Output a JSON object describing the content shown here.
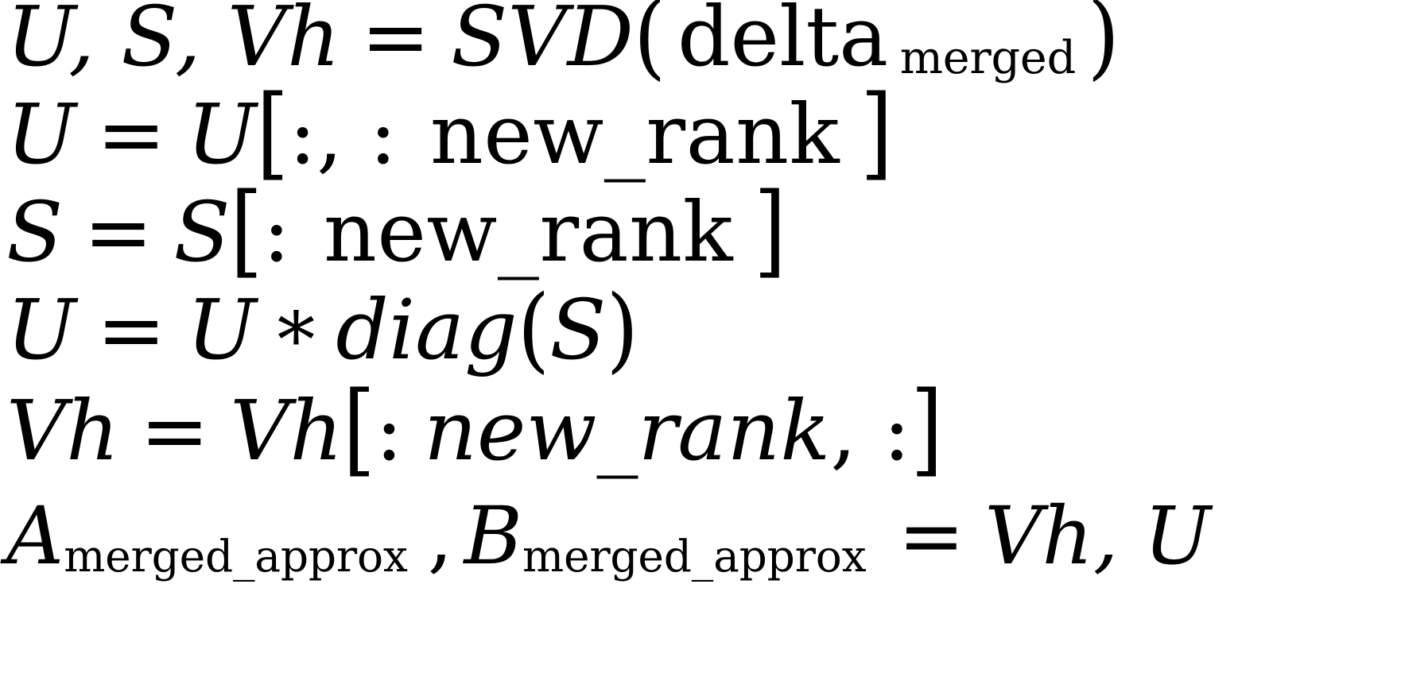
{
  "document": {
    "type": "math-equation-block",
    "background_color": "#ffffff",
    "text_color": "#000000",
    "line_count": 6
  },
  "equations": [
    {
      "id": "line-1",
      "latex": "U, S, Vh = SVD(\\ \\mathrm{delta}_{\\mathrm{merged}}\\ )",
      "plain": "U, S, Vh = SVD( delta_merged )",
      "tokens": {
        "lhs": "U, S, Vh",
        "equals": "=",
        "function": "SVD",
        "open_paren": "(",
        "argument_base": "delta",
        "argument_subscript": "merged",
        "close_paren": ")"
      }
    },
    {
      "id": "line-2",
      "latex": "U = U[:,:\\ \\texttt{new\\_rank}\\ ]",
      "plain": "U = U[:, : new_rank ]",
      "tokens": {
        "lhs": "U",
        "equals": "=",
        "rhs_base": "U",
        "open_bracket": "[",
        "index": ":, :",
        "index_name": "new_rank",
        "close_bracket": "]"
      }
    },
    {
      "id": "line-3",
      "latex": "S = S[:\\ \\texttt{new\\_rank}\\ ]",
      "plain": "S = S[: new_rank ]",
      "tokens": {
        "lhs": "S",
        "equals": "=",
        "rhs_base": "S",
        "open_bracket": "[",
        "index": ":",
        "index_name": "new_rank",
        "close_bracket": "]"
      }
    },
    {
      "id": "line-4",
      "latex": "U = U * diag(S)",
      "plain": "U = U * diag(S)",
      "tokens": {
        "lhs": "U",
        "equals": "=",
        "rhs_base": "U",
        "operator": "*",
        "function": "diag",
        "open_paren": "(",
        "argument": "S",
        "close_paren": ")"
      }
    },
    {
      "id": "line-5",
      "latex": "Vh = Vh[: new\\_rank, :]",
      "plain": "Vh = Vh[: new_rank, :]",
      "tokens": {
        "lhs": "Vh",
        "equals": "=",
        "rhs_base": "Vh",
        "open_bracket": "[",
        "index": ":",
        "index_name": "new_rank",
        "index_tail": ", :",
        "close_bracket": "]"
      }
    },
    {
      "id": "line-6",
      "latex": "A_{\\mathrm{merged\\_approx}}, B_{\\mathrm{merged\\_approx}} = Vh, U",
      "plain": "A_merged_approx , B_merged_approx = Vh, U",
      "tokens": {
        "lhs_first_base": "A",
        "lhs_first_subscript": "merged_approx",
        "comma": ",",
        "lhs_second_base": "B",
        "lhs_second_subscript": "merged_approx",
        "equals": "=",
        "rhs": "Vh, U",
        "rhs_first": "Vh",
        "rhs_second": "U"
      }
    }
  ]
}
